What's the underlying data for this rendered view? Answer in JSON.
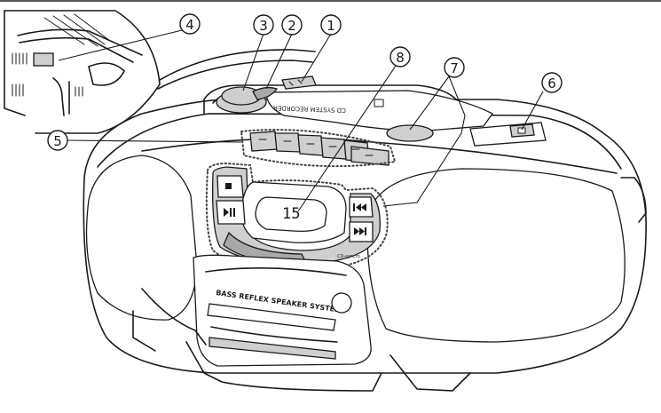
{
  "callouts": [
    {
      "id": "1",
      "label": "1"
    },
    {
      "id": "2",
      "label": "2"
    },
    {
      "id": "3",
      "label": "3"
    },
    {
      "id": "4",
      "label": "4"
    },
    {
      "id": "5",
      "label": "5"
    },
    {
      "id": "6",
      "label": "6"
    },
    {
      "id": "7",
      "label": "7"
    },
    {
      "id": "8",
      "label": "8"
    }
  ],
  "speaker_label": "BASS REFLEX SPEAKER SYSTEM",
  "display_value": "15",
  "lid_text": "CD SYSTEM  RECORDER",
  "small_label": "CD-syncro",
  "icons": [
    "stop-icon",
    "play-pause-icon",
    "skip-back-icon",
    "skip-forward-icon",
    "cd-lid-icon"
  ]
}
